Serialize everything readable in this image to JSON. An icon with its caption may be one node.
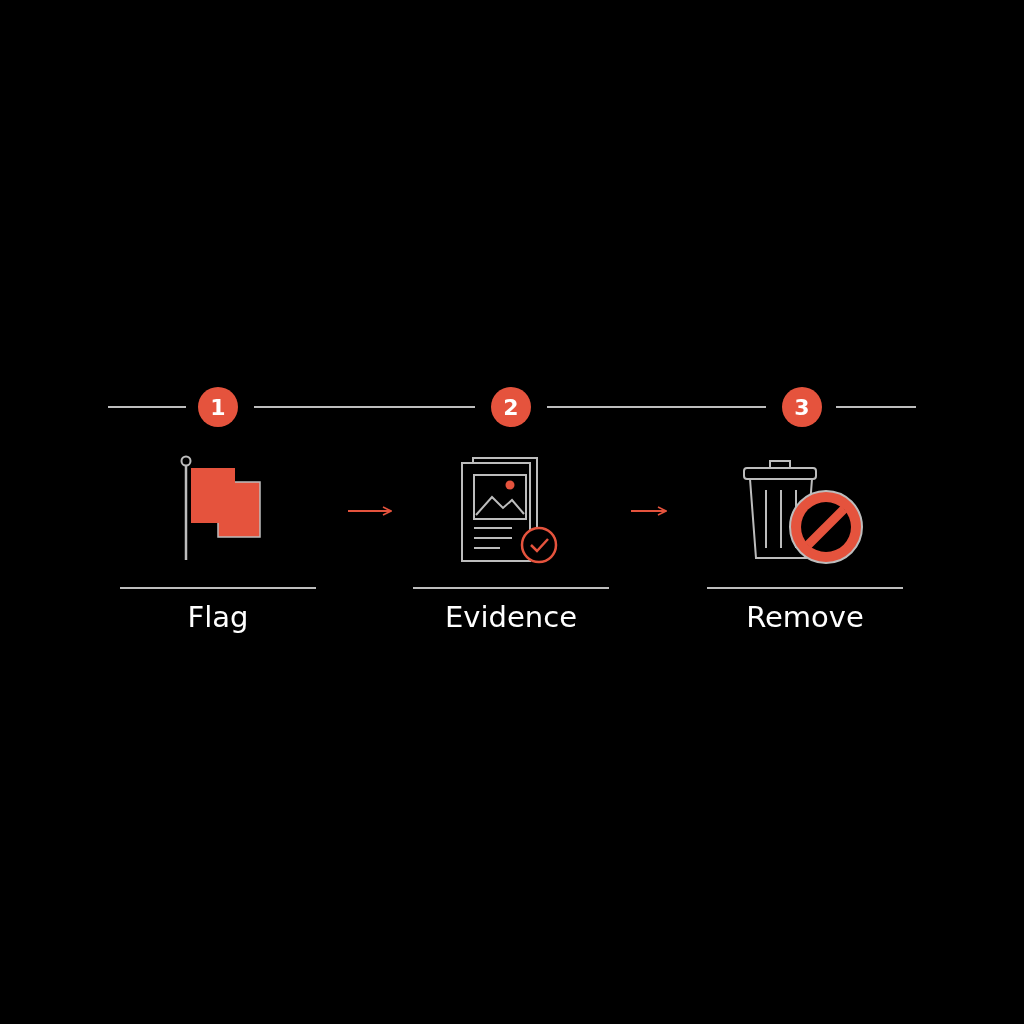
{
  "diagram": {
    "nodes": [
      {
        "text": [
          "1"
        ]
      },
      {
        "text": [
          "2"
        ]
      },
      {
        "text": [
          "3"
        ]
      },
      {
        "text": [
          "Flag"
        ]
      },
      {
        "text": [
          "Evidence"
        ]
      },
      {
        "text": [
          "Remove"
        ]
      }
    ],
    "edges": [
      {
        "from": null,
        "to": 0,
        "arrow": "none"
      },
      {
        "from": 0,
        "to": 1,
        "arrow": "none"
      },
      {
        "from": 1,
        "to": 2,
        "arrow": "none"
      },
      {
        "from": 2,
        "to": null,
        "arrow": "none"
      },
      {
        "from": 3,
        "to": 4,
        "arrow": "to",
        "color": "#e5533d"
      },
      {
        "from": 4,
        "to": 5,
        "arrow": "to",
        "color": "#e5533d"
      }
    ]
  }
}
